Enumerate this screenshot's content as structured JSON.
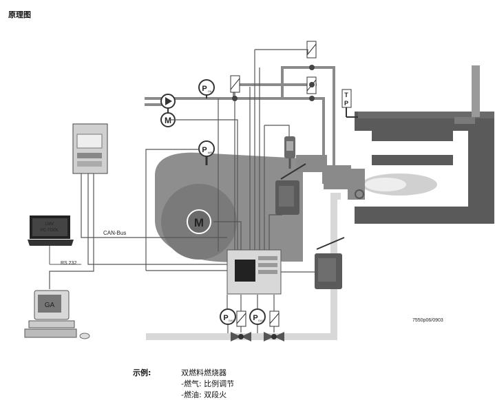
{
  "heading": "原理图",
  "labels": {
    "p_oil": "P",
    "p_oil_sub": "OIL",
    "p_air": "P",
    "p_air_sub": "AIR",
    "p_gas1": "P",
    "p_gas1_sub": "GAS",
    "p_gas2": "P",
    "p_gas2_sub": "GAS",
    "motor_small": "M",
    "motor_big": "M",
    "temp_t": "T",
    "temp_p": "P",
    "pc_tool_line1": "LMV",
    "pc_tool_line2": "PC-TOOL",
    "ga": "GA",
    "can_bus": "CAN-Bus",
    "rs232": "RS 232",
    "drawing_no": "7550p06/0903"
  },
  "caption": {
    "key": "示例:",
    "line1": "双燃料燃烧器",
    "line2": "-燃气:  比例调节",
    "line3": "-燃油:  双段火"
  },
  "colors": {
    "dark_gray": "#4a4a4a",
    "mid_gray": "#8a8a8a",
    "light_gray": "#c8c8c8",
    "boiler": "#5a5a5a",
    "gas_pipe": "#d8d8d8"
  }
}
